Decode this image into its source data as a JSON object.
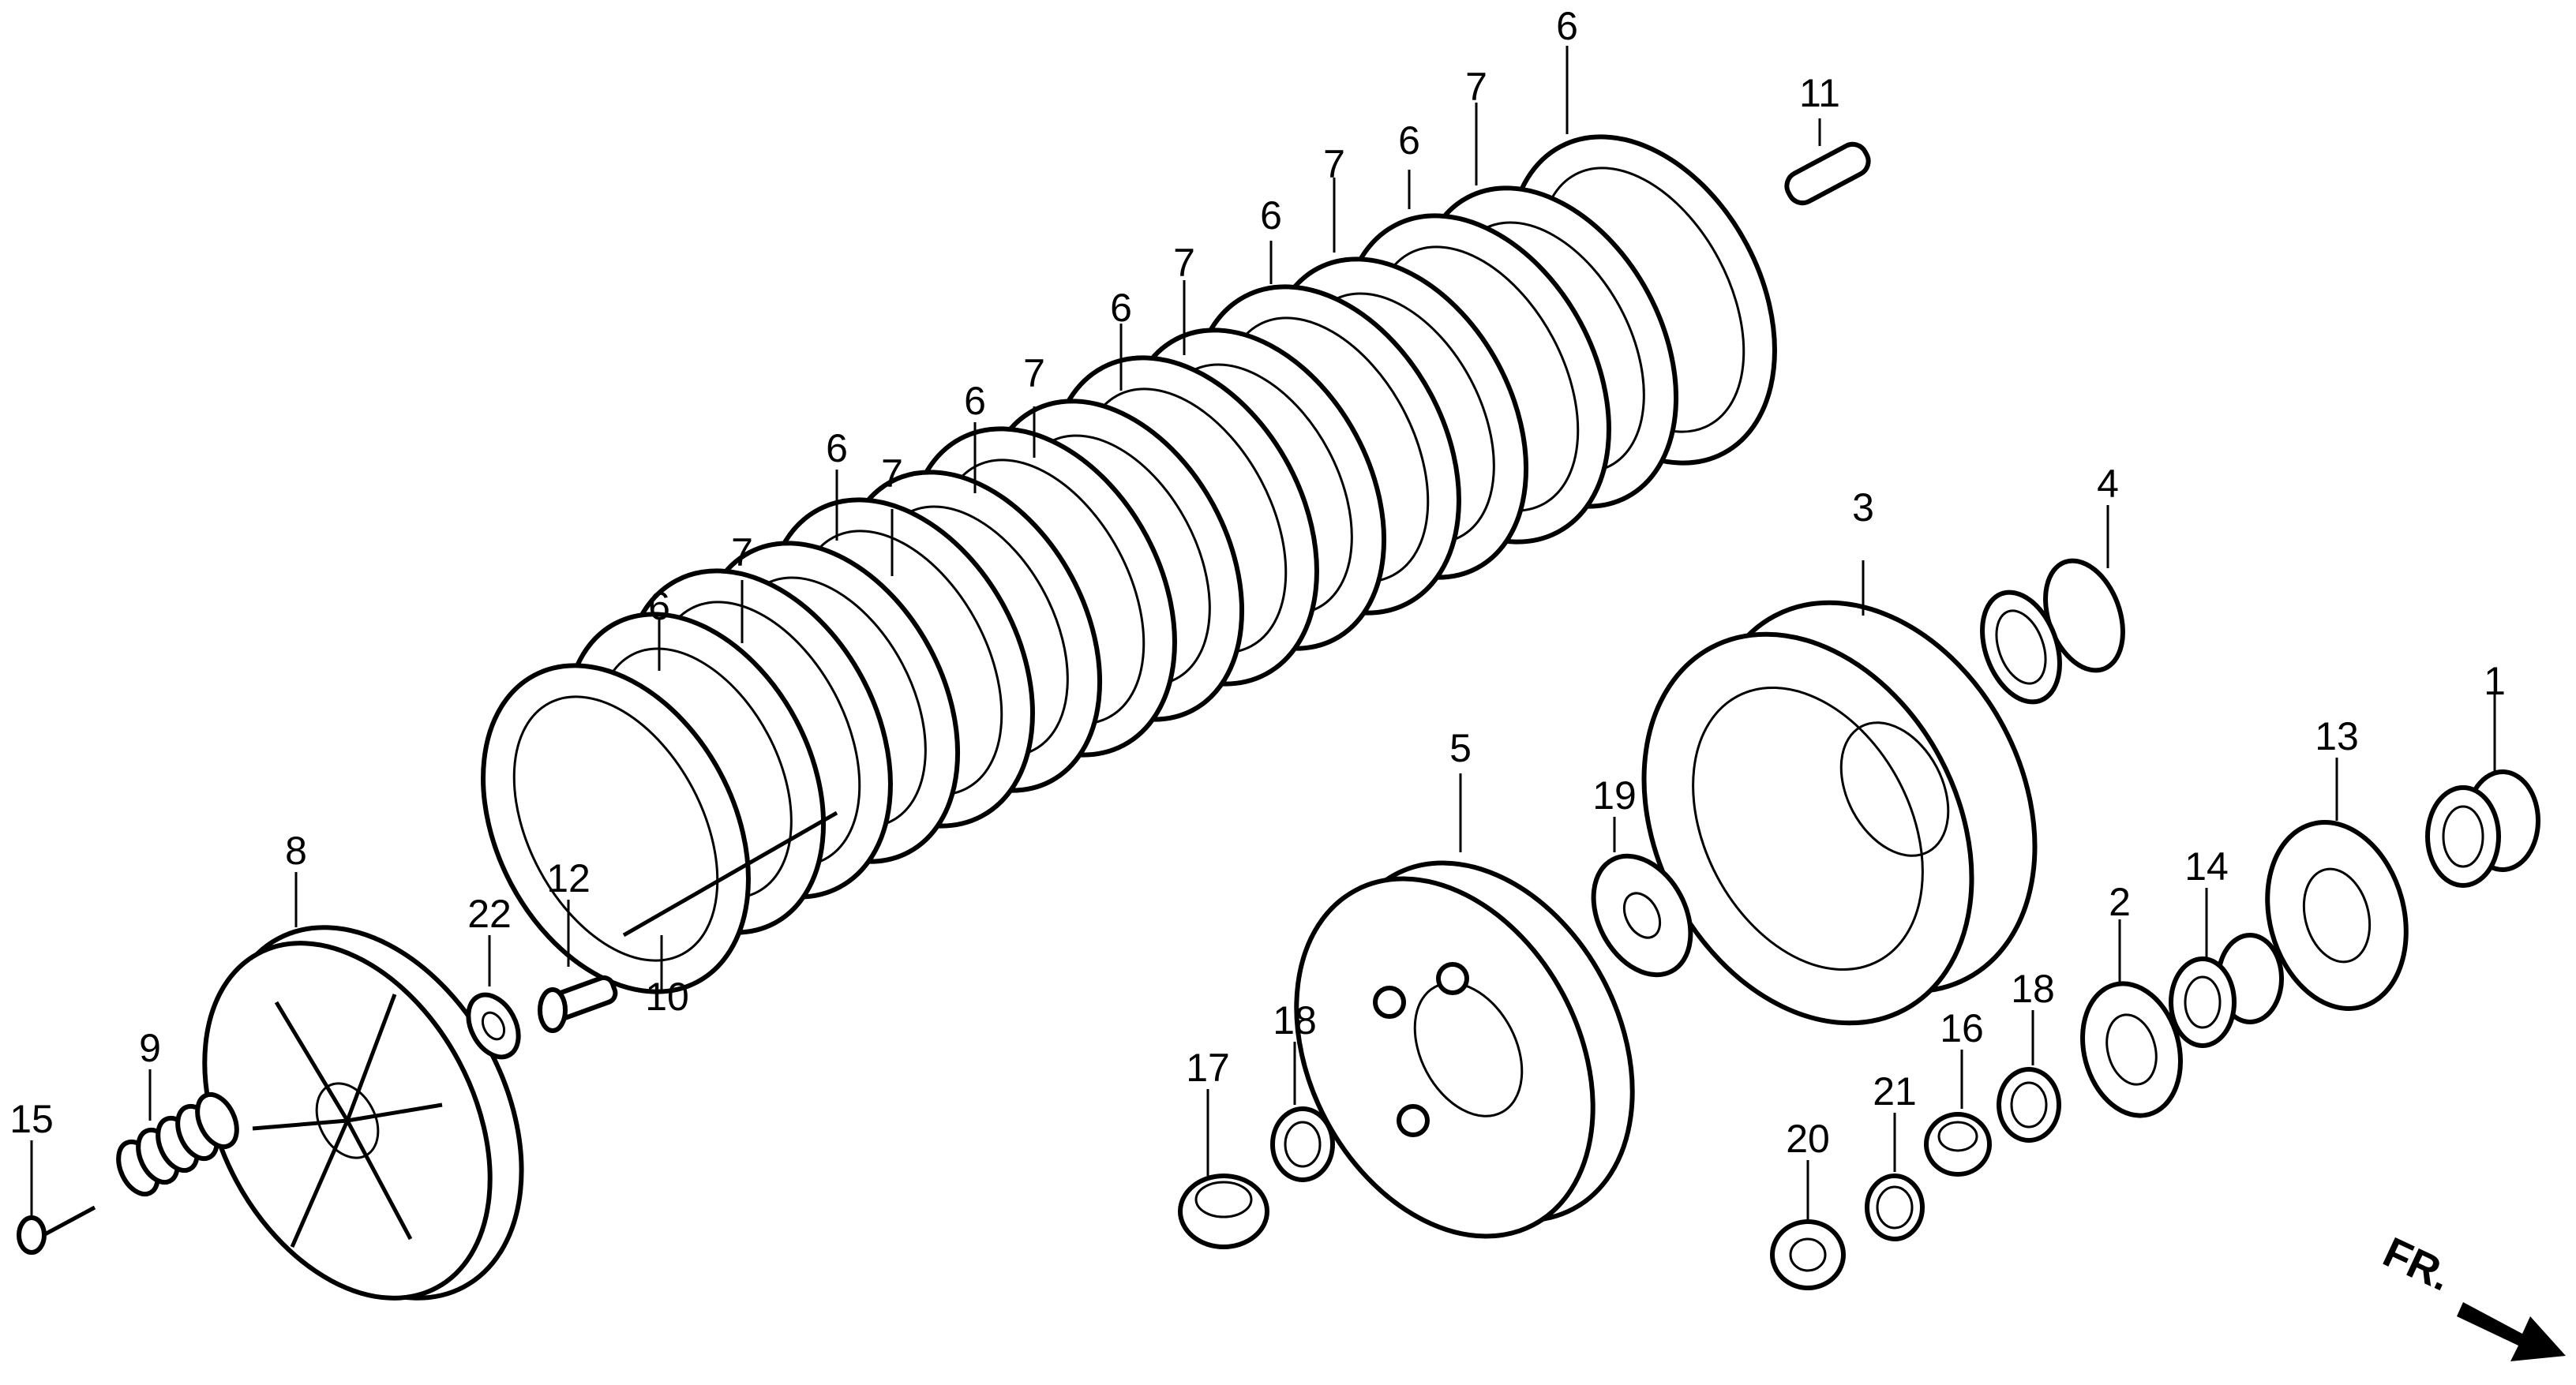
{
  "callouts": {
    "p1": "1",
    "p2": "2",
    "p3": "3",
    "p4": "4",
    "p5": "5",
    "p6": "6",
    "p7": "7",
    "p8": "8",
    "p9": "9",
    "p10": "10",
    "p11": "11",
    "p12": "12",
    "p13": "13",
    "p14": "14",
    "p15": "15",
    "p16": "16",
    "p17": "17",
    "p18": "18",
    "p19": "19",
    "p20": "20",
    "p21": "21",
    "p22": "22"
  },
  "direction_label": "FR."
}
